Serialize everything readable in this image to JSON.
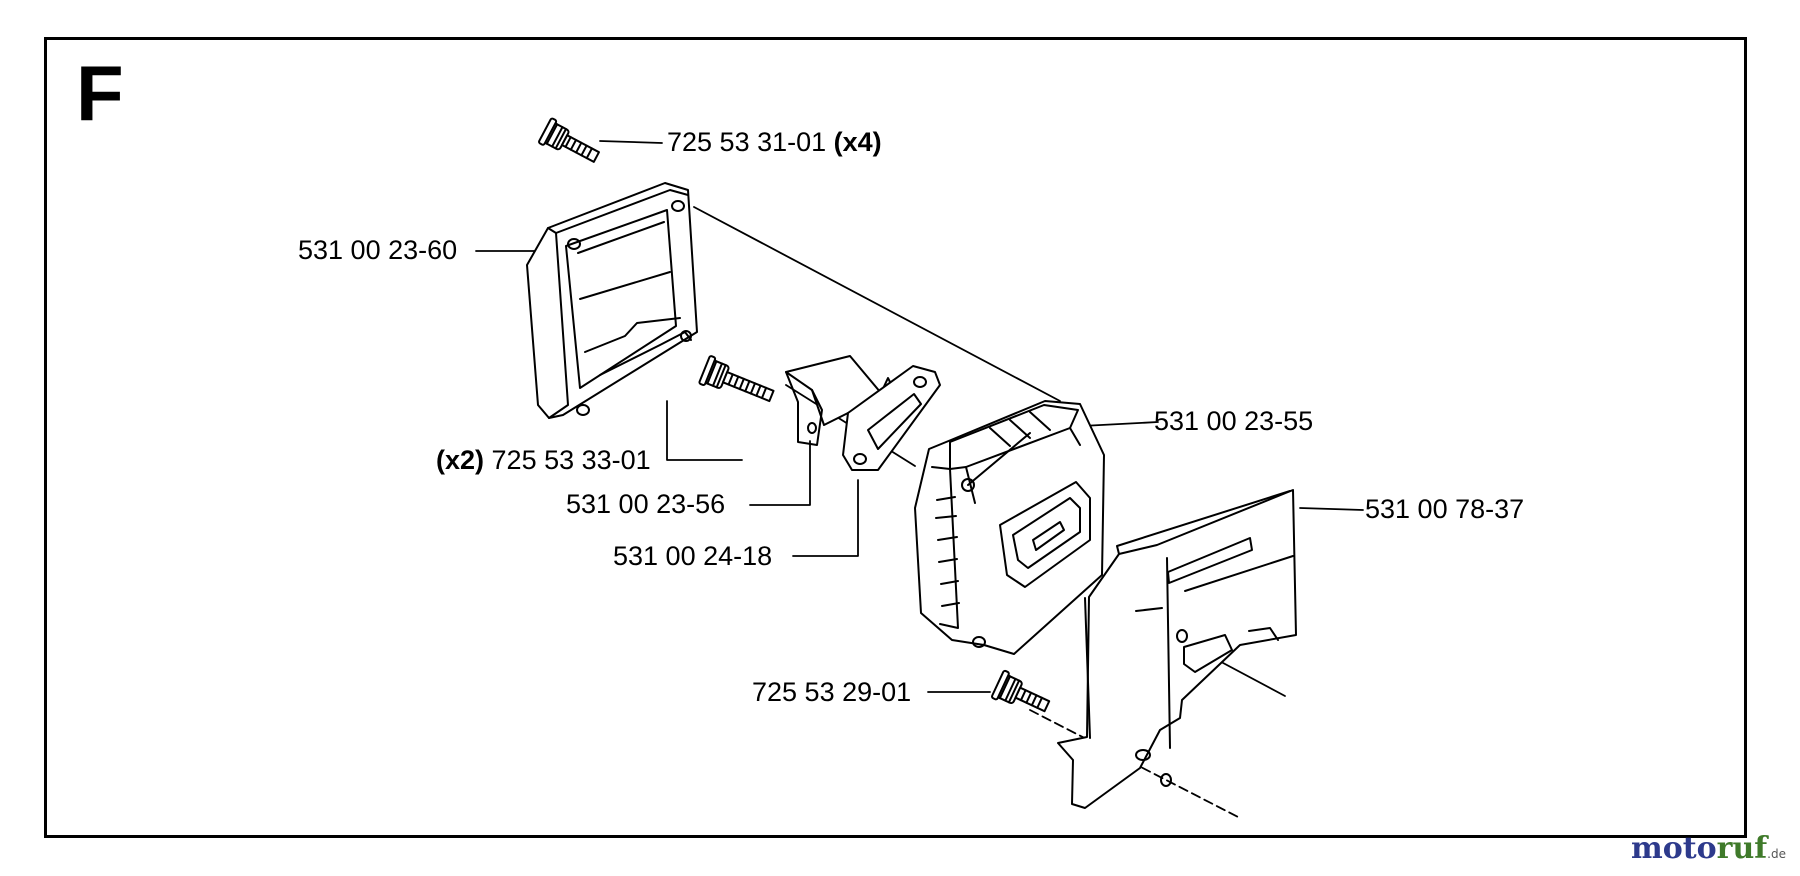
{
  "section_letter": "F",
  "parts": [
    {
      "id": "bolt_top",
      "number": "725 53 31-01",
      "qty": "(x4)"
    },
    {
      "id": "muffler_cover",
      "number": "531 00 23-60"
    },
    {
      "id": "bolt_side",
      "number": "725 53 33-01",
      "qty": "(x2)"
    },
    {
      "id": "bracket",
      "number": "531 00 23-56"
    },
    {
      "id": "gasket",
      "number": "531 00 24-18"
    },
    {
      "id": "muffler_body",
      "number": "531 00 23-55"
    },
    {
      "id": "heat_shield",
      "number": "531 00 78-37"
    },
    {
      "id": "bolt_shield",
      "number": "725 53 29-01"
    }
  ],
  "watermark": {
    "main_a": "moto",
    "main_b": "ruf",
    "tld": ".de",
    "color_a": "#2d3a8c",
    "color_b": "#3f7a2a"
  }
}
